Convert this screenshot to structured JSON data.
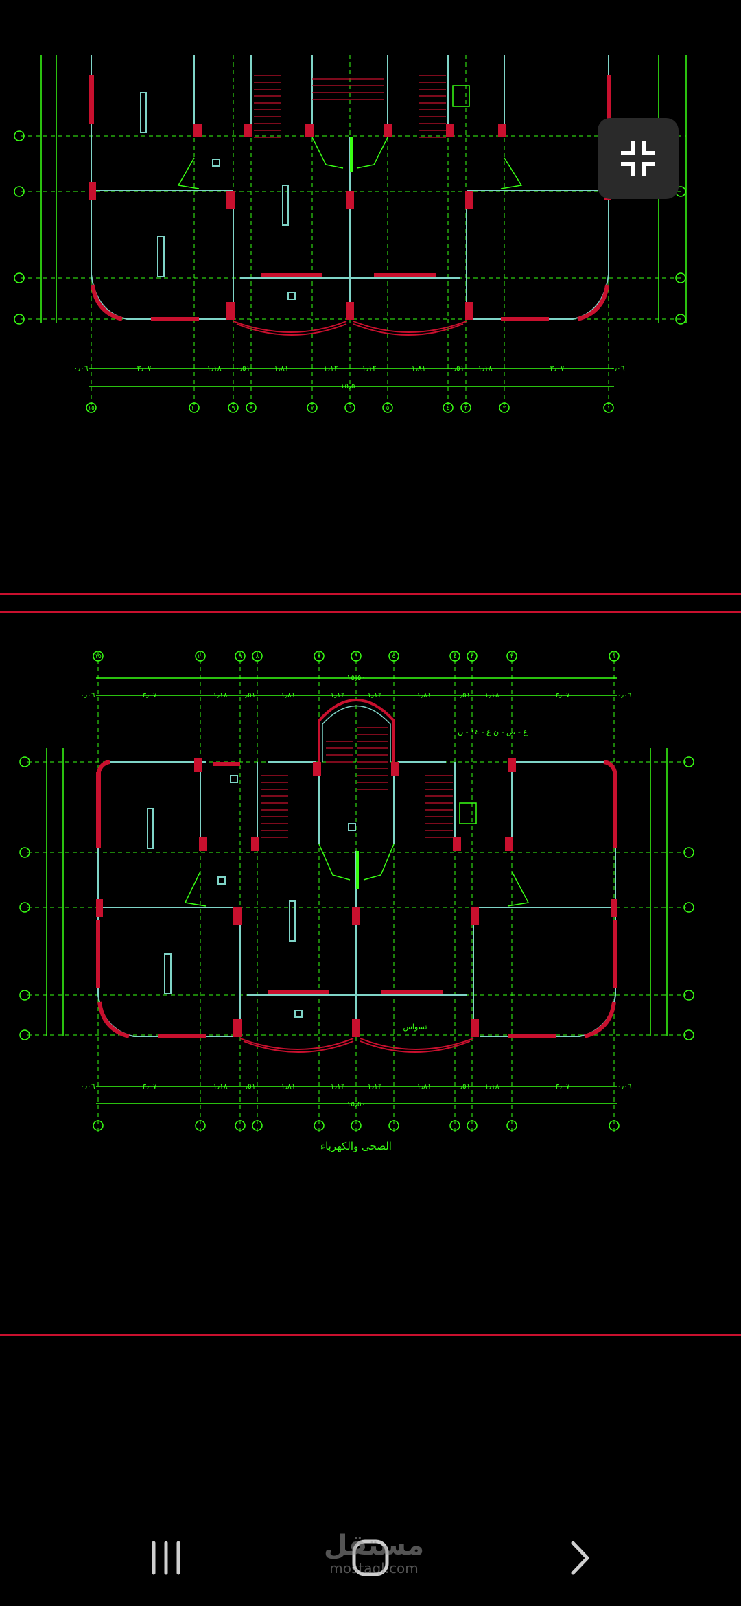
{
  "viewer": {
    "exit_fullscreen_label": "exit-fullscreen",
    "colors": {
      "background": "#000000",
      "wall": "#c8102e",
      "dimension": "#39ff14",
      "furniture": "#7fd4c7"
    }
  },
  "plan_top": {
    "axis_labels": [
      "١٥",
      "١٠",
      "٩",
      "٨",
      "٧",
      "٦",
      "٥",
      "٤",
      "٣",
      "٢",
      "١"
    ],
    "dims": [
      "٠٫٠٦",
      "٣٫٠٧",
      "١٫١٨",
      "٠٫٥١",
      "١٫٨١",
      "١٫١٢",
      "١٫١٢",
      "١٫٨١",
      "٠٫٥١",
      "١٫١٨",
      "٣٫٠٧",
      "٠٫٠٦"
    ],
    "total": "١٥٫٥٠"
  },
  "plan_bottom": {
    "axis_labels": [
      "١٥",
      "١٠",
      "٩",
      "٨",
      "٧",
      "٦",
      "٥",
      "٤",
      "٣",
      "٢",
      "١"
    ],
    "dims": [
      "٠٫٠٦",
      "٣٫٠٧",
      "١٫١٨",
      "٠٫٥١",
      "١٫٨١",
      "١٫١٢",
      "١٫١٢",
      "١٫٨١",
      "٠٫٥١",
      "١٫١٨",
      "٣٫٠٧",
      "٠٫٠٦"
    ],
    "total": "١٥٫٥٠",
    "caption": "الصحى والكهرباء",
    "room_label": "تسواس",
    "note": "ع - ص - ن ع - ١٤ - ن"
  },
  "navbar": {
    "recent_label": "|||",
    "home_label": "home",
    "back_label": "back"
  },
  "watermark": {
    "ar": "مستقل",
    "en": "mostaql.com"
  }
}
